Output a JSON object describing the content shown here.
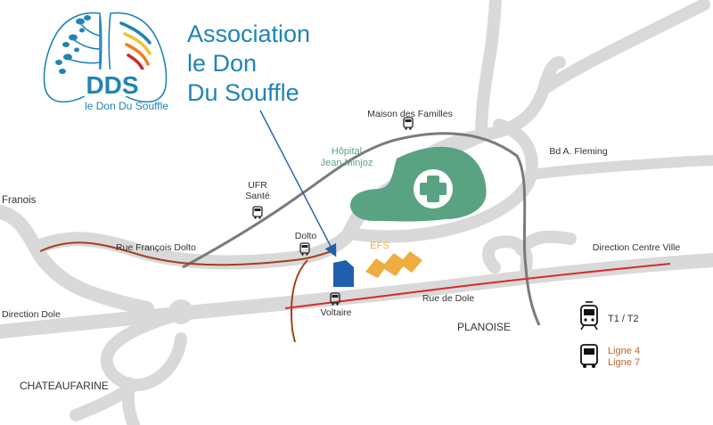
{
  "logo": {
    "acronym": "DDS",
    "tagline": "le Don Du Souffle"
  },
  "association_title": {
    "line1": "Association",
    "line2": "le Don",
    "line3": "Du Souffle"
  },
  "places": {
    "francois": "Franois",
    "direction_dole": "Direction Dole",
    "chateaufarine": "CHATEAUFARINE",
    "planoise": "PLANOISE",
    "rue_francois_dolto": "Rue François Dolto",
    "rue_de_dole": "Rue de Dole",
    "ufr_sante_line1": "UFR",
    "ufr_sante_line2": "Santé",
    "maison_des_familles": "Maison des Familles",
    "bd_fleming": "Bd A. Fleming",
    "direction_centre_ville": "Direction Centre Ville",
    "hopital_line1": "Hôpital",
    "hopital_line2": "Jean Minjoz",
    "efs": "EFS",
    "stop_dolto": "Dolto",
    "stop_voltaire": "Voltaire"
  },
  "legend": {
    "tram_label": "T1 / T2",
    "bus_line4": "Ligne 4",
    "bus_line7": "Ligne 7"
  },
  "colors": {
    "road": "#d9d9d9",
    "tram_line": "#7a7a7a",
    "bus_line_dolto": "#a0421a",
    "bus_line_dole": "#d42a2a",
    "hospital": "#5aa382",
    "efs": "#f0ad3f",
    "dds_building": "#1f5fae",
    "title_blue": "#1f84b5",
    "legend_bus_text": "#c5622c"
  },
  "icons": [
    "bus-icon",
    "tram-icon",
    "hospital-cross-icon",
    "lungs-tree-icon",
    "pointer-arrow"
  ]
}
